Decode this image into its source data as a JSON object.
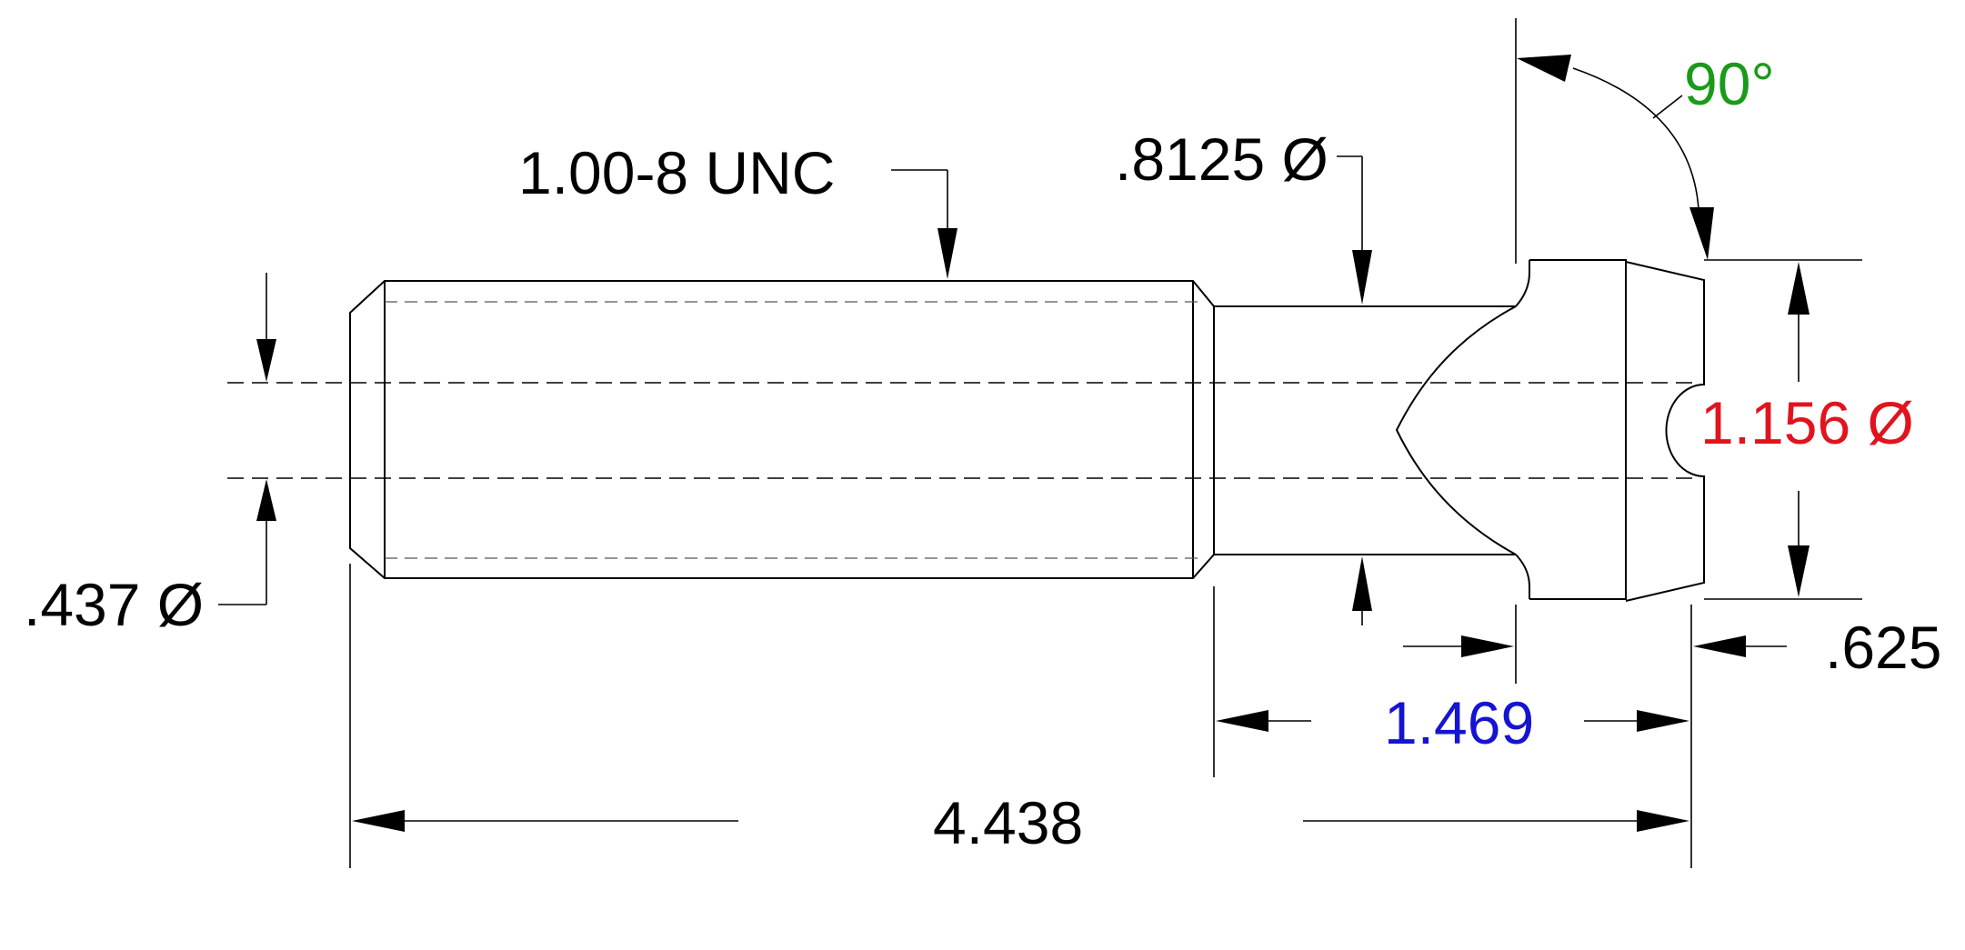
{
  "drawing": {
    "dimensions": {
      "thread_callout": "1.00-8 UNC",
      "neck_diameter": ".8125 Ø",
      "angle": "90°",
      "head_diameter": "1.156 Ø",
      "bore_diameter": ".437 Ø",
      "head_length": ".625",
      "neck_to_end_length": "1.469",
      "overall_length": "4.438"
    },
    "colors": {
      "line": "#000000",
      "default_text": "#000000",
      "angle_text": "#1a9a1a",
      "head_diameter_text": "#e0141e",
      "neck_length_text": "#1414d2"
    }
  }
}
